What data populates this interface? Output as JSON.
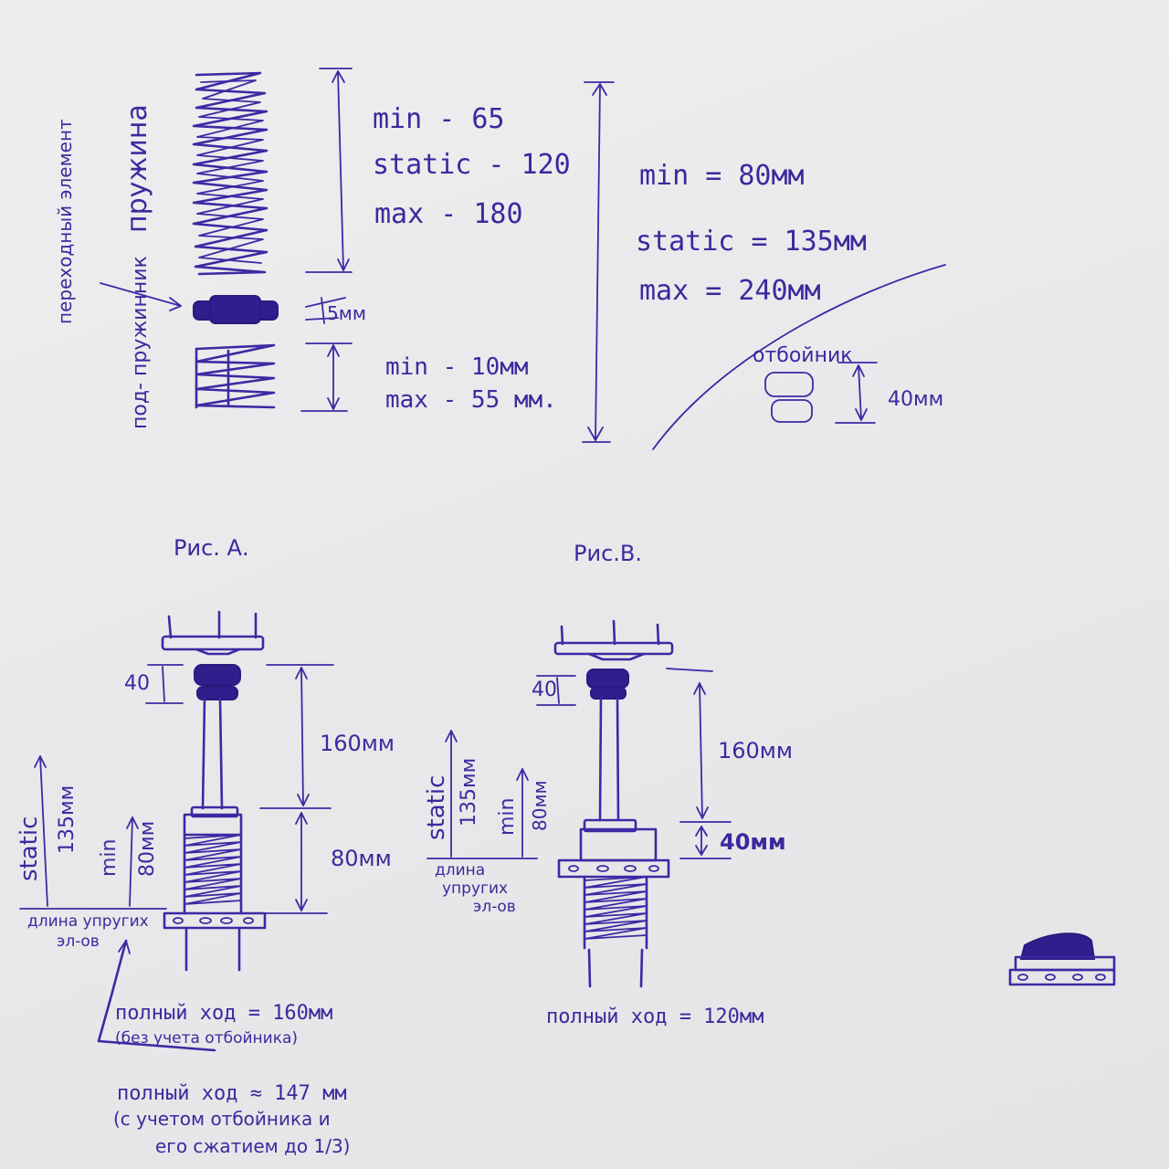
{
  "spring": {
    "label": "пружина",
    "min": "min - 65",
    "static": "static - 120",
    "max": "max - 180"
  },
  "transition": {
    "label": "переходный элемент",
    "gap": "5мм"
  },
  "helper_spring": {
    "label": "под- пружинник",
    "min": "min - 10мм",
    "max": "max - 55 мм."
  },
  "overall": {
    "min": "min = 80мм",
    "static": "static = 135мм",
    "max": "max = 240мм"
  },
  "bump_stop": {
    "label": "отбойник",
    "size": "40мм"
  },
  "fig_a": {
    "title": "Рис. А.",
    "dim_top": "40",
    "dim_upper": "160мм",
    "dim_lower": "80мм",
    "static_label": "static",
    "static_value": "135мм",
    "min_label": "min",
    "min_value": "80мм",
    "base_line1": "длина упругих",
    "base_line2": "эл-ов",
    "travel": "полный ход = 160мм",
    "travel_note": "(без учета отбойника)",
    "travel2": "полный ход ≈ 147 мм",
    "travel2_note1": "(с учетом отбойника и",
    "travel2_note2": "его сжатием до 1/3)"
  },
  "fig_b": {
    "title": "Рис.В.",
    "dim_top": "40",
    "dim_upper": "160мм",
    "dim_lower": "40мм",
    "static_label": "static",
    "static_value": "135мм",
    "min_label": "min",
    "min_value": "80мм",
    "base_line1": "длина",
    "base_line2": "упругих",
    "base_line3": "эл-ов",
    "travel": "полный ход = 120мм"
  }
}
